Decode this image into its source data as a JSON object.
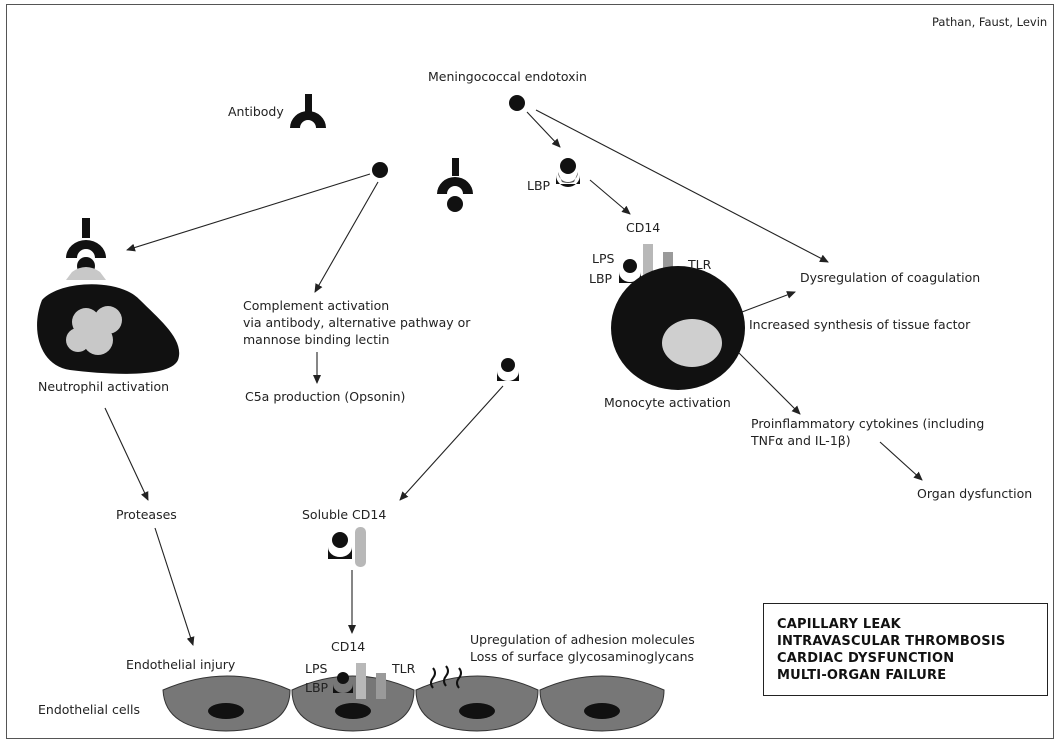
{
  "credit": "Pathan, Faust, Levin",
  "labels": {
    "endotoxin": "Meningococcal endotoxin",
    "antibody": "Antibody",
    "lbp_top": "LBP",
    "cd14_mono": "CD14",
    "lps_mono": "LPS",
    "lbp_mono": "LBP",
    "tlr_mono": "TLR",
    "coag": "Dysregulation of coagulation",
    "tissue_factor": "Increased synthesis of tissue factor",
    "mono_act": "Monocyte activation",
    "cytokines_1": "Proinflammatory cytokines (including",
    "cytokines_2": "TNFα and IL-1β)",
    "organ": "Organ dysfunction",
    "complement_1": "Complement activation",
    "complement_2": "via antibody, alternative pathway or",
    "complement_3": "mannose binding lectin",
    "c5a": "C5a production (Opsonin)",
    "neutrophil": "Neutrophil activation",
    "proteases": "Proteases",
    "soluble_cd14": "Soluble CD14",
    "cd14_endo": "CD14",
    "lps_endo": "LPS",
    "lbp_endo": "LBP",
    "tlr_endo": "TLR",
    "endo_injury": "Endothelial injury",
    "endo_cells": "Endothelial cells",
    "adhesion_1": "Upregulation of adhesion molecules",
    "adhesion_2": "Loss of surface glycosaminoglycans"
  },
  "outcomes": [
    "CAPILLARY LEAK",
    "INTRAVASCULAR THROMBOSIS",
    "CARDIAC DYSFUNCTION",
    "MULTI-ORGAN FAILURE"
  ]
}
